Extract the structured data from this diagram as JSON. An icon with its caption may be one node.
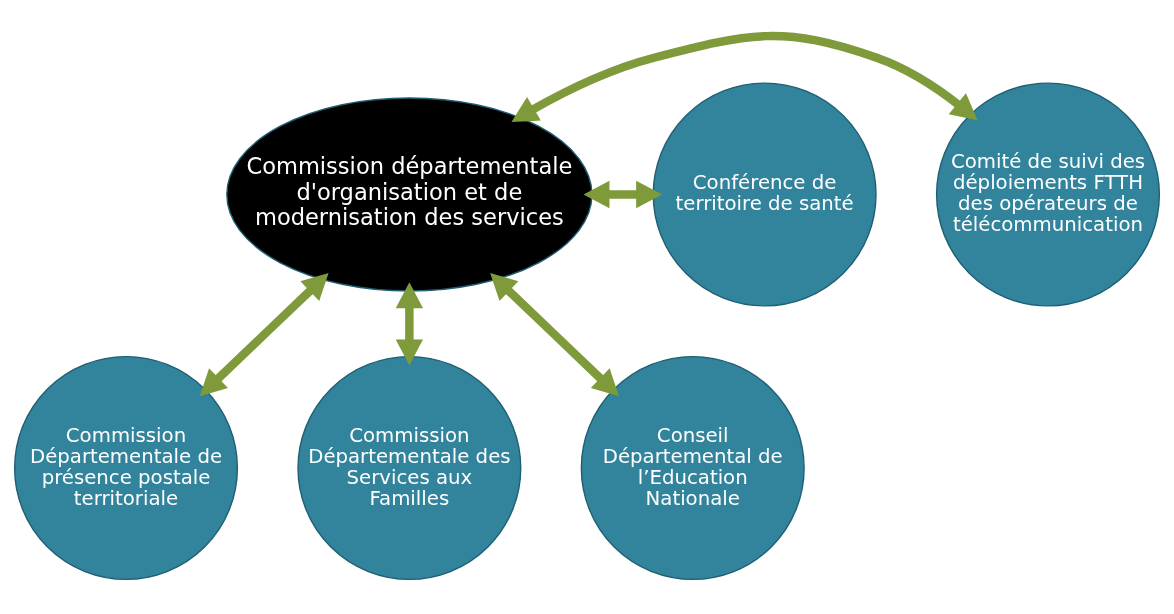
{
  "diagram": {
    "nodes": [
      {
        "text": [
          "Commission départementale d'organisation et de modernisation des services"
        ]
      },
      {
        "text": [
          "Comité de suivi des déploiements FTTH des opérateurs de télécommunication"
        ]
      },
      {
        "text": [
          "Conférence de territoire de santé"
        ]
      },
      {
        "text": [
          "Commission Départementale de présence postale territoriale"
        ]
      },
      {
        "text": [
          "Commission Départementale des Services aux Familles"
        ]
      },
      {
        "text": [
          "Conseil Départemental de l’Education Nationale"
        ]
      }
    ],
    "edges": [
      {
        "from": 0,
        "to": 1,
        "arrow": "both"
      },
      {
        "from": 0,
        "to": 2,
        "arrow": "both"
      },
      {
        "from": 0,
        "to": 3,
        "arrow": "both"
      },
      {
        "from": 0,
        "to": 4,
        "arrow": "both"
      },
      {
        "from": 0,
        "to": 5,
        "arrow": "both"
      }
    ]
  }
}
